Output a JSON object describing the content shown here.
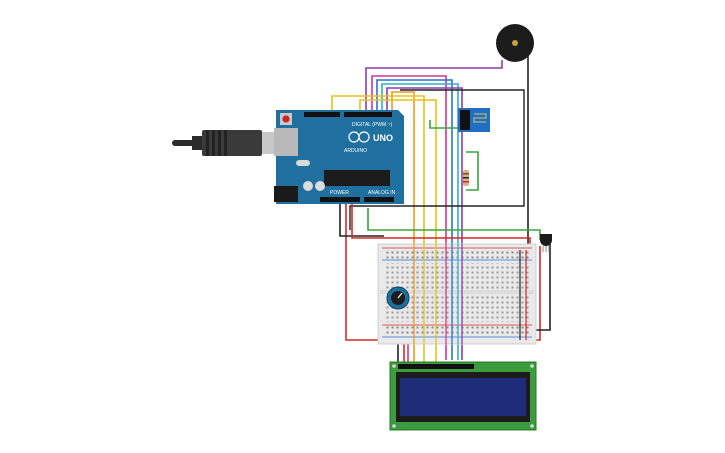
{
  "arduino": {
    "brand": "ARDUINO",
    "model": "UNO",
    "digital_label": "DIGITAL (PWM ~)",
    "power_label": "POWER",
    "analog_label": "ANALOG IN",
    "board_color": "#1f6f9f"
  },
  "colors": {
    "wire_red": "#d42a2a",
    "wire_black": "#222222",
    "wire_green": "#3aa53a",
    "wire_yellow": "#e6c21a",
    "wire_orange": "#f29a1d",
    "wire_blue": "#2b6fd6",
    "wire_cyan": "#2ab3c6",
    "wire_purple": "#8b3bb5",
    "wire_pink": "#d4368a",
    "lcd_pcb": "#3c9b3c",
    "lcd_screen": "#1d2d7a",
    "esp_board": "#1f6fc4"
  },
  "components": [
    "usb-cable",
    "arduino-uno",
    "buzzer",
    "wifi-module",
    "resistor",
    "temperature-sensor",
    "breadboard",
    "potentiometer",
    "lcd-16x2"
  ]
}
